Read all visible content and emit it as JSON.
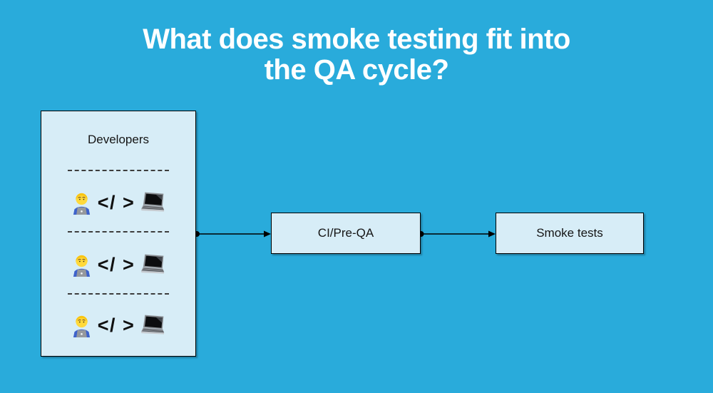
{
  "title": {
    "line1": "What does smoke testing fit into",
    "line2": "the QA cycle?"
  },
  "diagram": {
    "developers": {
      "label": "Developers",
      "rows": [
        {
          "left_icon": "technologist-emoji",
          "code": "</ >",
          "right_icon": "laptop-emoji"
        },
        {
          "left_icon": "technologist-emoji",
          "code": "</ >",
          "right_icon": "laptop-emoji"
        },
        {
          "left_icon": "technologist-emoji",
          "code": "</ >",
          "right_icon": "laptop-emoji"
        }
      ]
    },
    "ci": {
      "label": "CI/Pre-QA"
    },
    "smoke": {
      "label": "Smoke tests"
    }
  },
  "colors": {
    "background": "#29ABDB",
    "title_text": "#FFFFFF",
    "node_fill": "#D7EDF7",
    "node_border": "#000000",
    "arrow": "#000000"
  }
}
